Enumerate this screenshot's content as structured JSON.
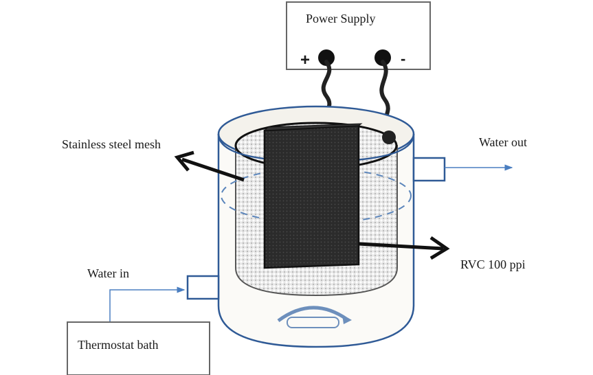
{
  "diagram": {
    "power_supply": {
      "label": "Power Supply",
      "positive": "+",
      "negative": "-"
    },
    "labels": {
      "mesh": "Stainless steel mesh",
      "water_out": "Water out",
      "water_in": "Water in",
      "rvc": "RVC 100 ppi",
      "bath": "Thermostat bath"
    },
    "colors": {
      "vessel": "#2f5a96",
      "flow": "#4a7ec0",
      "electrode": "#2a2a2a",
      "mesh": "#bdbdbd",
      "box_border": "#555555"
    }
  }
}
